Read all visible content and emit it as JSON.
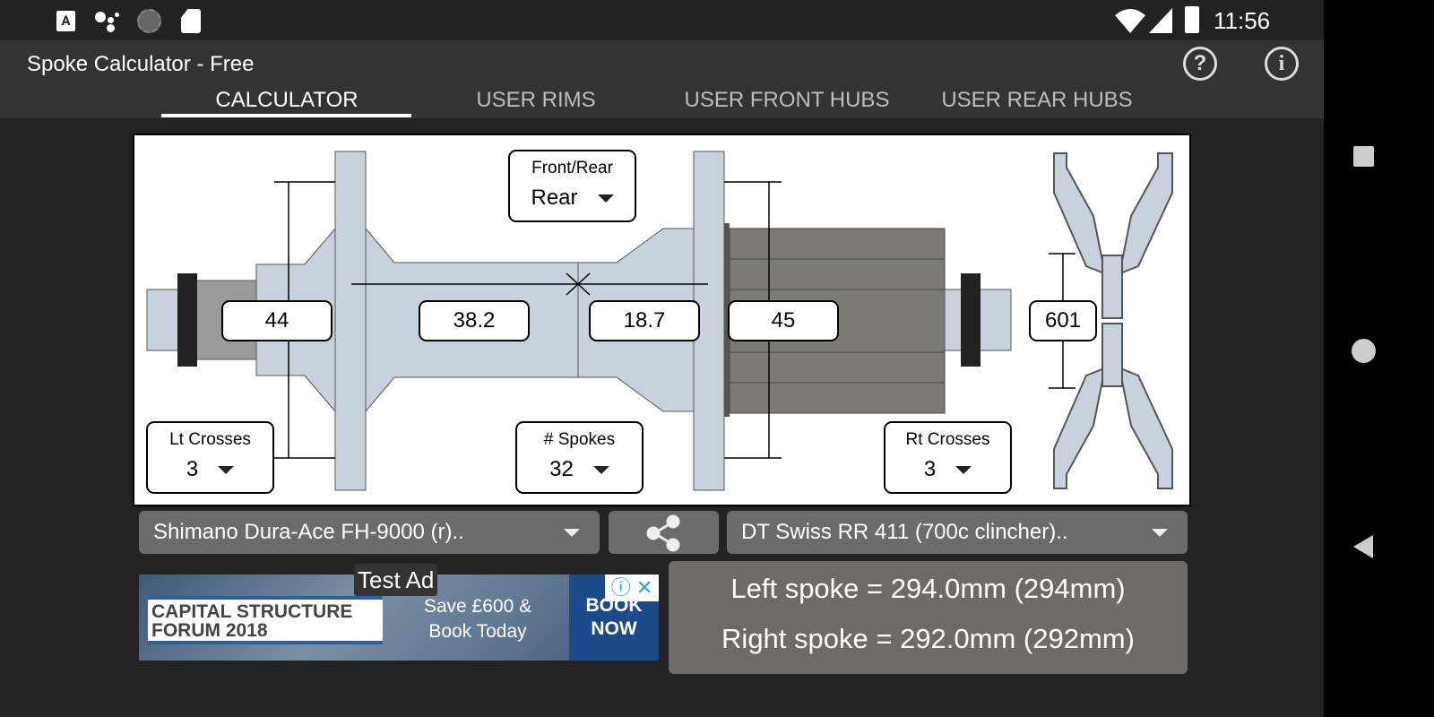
{
  "status_bar": {
    "time": "11:56",
    "icons": [
      "accessibility-icon",
      "assistant-icon",
      "sync-icon",
      "sd-card-icon",
      "wifi-icon",
      "signal-icon",
      "battery-charging-icon"
    ]
  },
  "app": {
    "title": "Spoke Calculator - Free",
    "help_icon": "help-icon",
    "info_icon": "info-icon"
  },
  "tabs": [
    {
      "label": "CALCULATOR",
      "active": true
    },
    {
      "label": "USER RIMS"
    },
    {
      "label": "USER FRONT HUBS"
    },
    {
      "label": "USER REAR HUBS"
    }
  ],
  "diagram": {
    "front_rear": {
      "caption": "Front/Rear",
      "value": "Rear"
    },
    "left_flange_diameter": "44",
    "left_center_to_flange": "38.2",
    "right_center_to_flange": "18.7",
    "right_flange_diameter": "45",
    "erd": "601",
    "lt_crosses": {
      "caption": "Lt Crosses",
      "value": "3"
    },
    "spokes": {
      "caption": "# Spokes",
      "value": "32"
    },
    "rt_crosses": {
      "caption": "Rt Crosses",
      "value": "3"
    }
  },
  "hub_select": "Shimano Dura-Ace FH-9000 (r)..",
  "rim_select": "DT Swiss RR 411 (700c clincher)..",
  "ad": {
    "badge": "Test Ad",
    "brand": "CAPITAL STRUCTURE FORUM 2018",
    "offer": "Save £600 & Book Today",
    "cta": "BOOK NOW"
  },
  "result": {
    "left": "Left spoke = 294.0mm (294mm)",
    "right": "Right spoke = 292.0mm (292mm)"
  }
}
